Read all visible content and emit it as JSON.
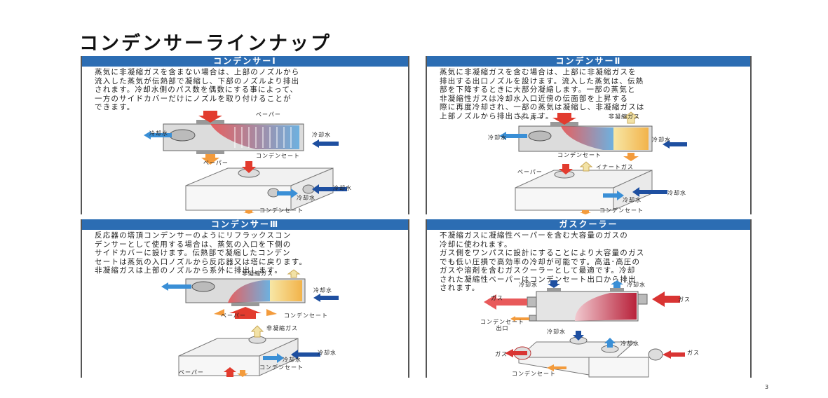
{
  "page": {
    "title": "コンデンサーラインナップ",
    "page_number": "3",
    "accent_color": "#2c6db3"
  },
  "panels": [
    {
      "id": "condenser-1",
      "heading": "コンデンサーⅠ",
      "body": "蒸気に非凝縮ガスを含まない場合は、上部のノズルから\n流入した蒸気が伝熱部で凝縮し、下部のノズルより排出\nされます。冷却水側のパス数を偶数にする事によって、\n一方のサイドカバーだけにノズルを取り付けることが\nできます。",
      "diagram_labels": {
        "vapor_top": "ベーパー",
        "cooling_water_out": "冷却水",
        "cooling_water_in": "冷却水",
        "condensate": "コンデンセート",
        "vapor_iso": "ベーパー",
        "cooling_water_iso_in": "冷却水",
        "cooling_water_iso_out": "冷却水",
        "condensate_iso": "コンデンセート"
      }
    },
    {
      "id": "condenser-2",
      "heading": "コンデンサーⅡ",
      "body": "蒸気に非凝縮ガスを含む場合は、上部に非凝縮ガスを\n排出する出口ノズルを設けます。流入した蒸気は、伝熱\n部を下降するときに大部分凝縮します。一部の蒸気と\n非凝縮性ガスは冷却水入口近傍の伝面部を上昇する\n際に再度冷却され、一部の蒸気は凝縮し、非凝縮ガスは\n上部ノズルから排出されます。",
      "diagram_labels": {
        "vapor_top": "ベーパー",
        "noncondensable_gas": "非凝縮ガス",
        "cooling_water_out": "冷却水",
        "cooling_water_in": "冷却水",
        "condensate": "コンデンセート",
        "vapor_iso": "ベーパー",
        "inert_gas": "イナートガス",
        "cooling_water_iso_in": "冷却水",
        "cooling_water_iso_out": "冷却水",
        "condensate_iso": "コンデンセート"
      }
    },
    {
      "id": "condenser-3",
      "heading": "コンデンサーⅢ",
      "body": "反応器の塔頂コンデンサーのようにリフラックスコン\nデンサーとして使用する場合は、蒸気の入口を下側の\nサイドカバーに設けます。伝熱部で凝縮したコンデン\nセートは蒸気の入口ノズルから反応器又は塔に戻ります。\n非凝縮ガスは上部のノズルから系外に排出します。",
      "diagram_labels": {
        "noncondensable_gas": "非凝縮ガス",
        "cooling_water_in": "冷却水",
        "vapor_bottom": "ベーパー",
        "condensate": "コンデンセート",
        "noncondensable_gas_iso": "非凝縮ガス",
        "cooling_water_iso_in": "冷却水",
        "cooling_water_iso_out": "冷却水",
        "condensate_iso": "コンデンセート",
        "vapor_iso": "ベーパー"
      }
    },
    {
      "id": "gas-cooler",
      "heading": "ガスクーラー",
      "body": "不凝縮ガスに凝縮性ベーパーを含む大容量のガスの\n冷却に使われます。\nガス側をワンパスに設計にすることにより大容量のガス\nでも低い圧損で高効率の冷却が可能です。高温･高圧の\nガスや溶剤を含むガスクーラーとして最適です。冷却\nされた凝縮性ベーパーはコンデンセート出口から排出\nされます。",
      "diagram_labels": {
        "cooling_water_in": "冷却水",
        "cooling_water_out": "冷却水",
        "gas_out": "ガス",
        "gas_in": "ガス",
        "condensate_outlet": "コンデンセート\n出口",
        "cooling_water_iso_in": "冷却水",
        "cooling_water_iso_out": "冷却水",
        "gas_iso_out": "ガス",
        "gas_iso_in": "ガス",
        "condensate_iso": "コンデンセート"
      }
    }
  ]
}
